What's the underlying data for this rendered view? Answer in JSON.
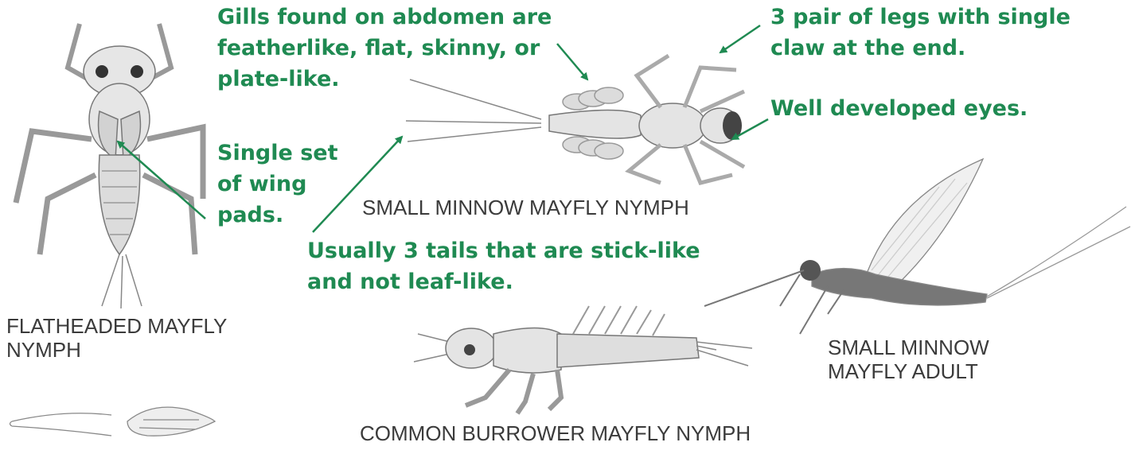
{
  "annotations": {
    "gills": [
      "Gills found on abdomen are",
      "featherlike, flat, skinny, or",
      "plate-like."
    ],
    "legs": [
      "3 pair of legs with single",
      "claw at the end."
    ],
    "eyes": [
      "Well developed eyes."
    ],
    "wing_pads": [
      "Single set",
      "of wing",
      "pads."
    ],
    "tails": [
      "Usually 3 tails that are stick-like",
      "and not leaf-like."
    ]
  },
  "captions": {
    "small_minnow_nymph": "SMALL MINNOW MAYFLY NYMPH",
    "flatheaded_nymph": [
      "FLATHEADED MAYFLY",
      "NYMPH"
    ],
    "small_minnow_adult": [
      "SMALL MINNOW",
      "MAYFLY ADULT"
    ],
    "common_burrower_nymph": "COMMON BURROWER MAYFLY NYMPH"
  },
  "colors": {
    "annotation_green": "#1f8a52",
    "caption_gray": "#3b3b3b"
  }
}
